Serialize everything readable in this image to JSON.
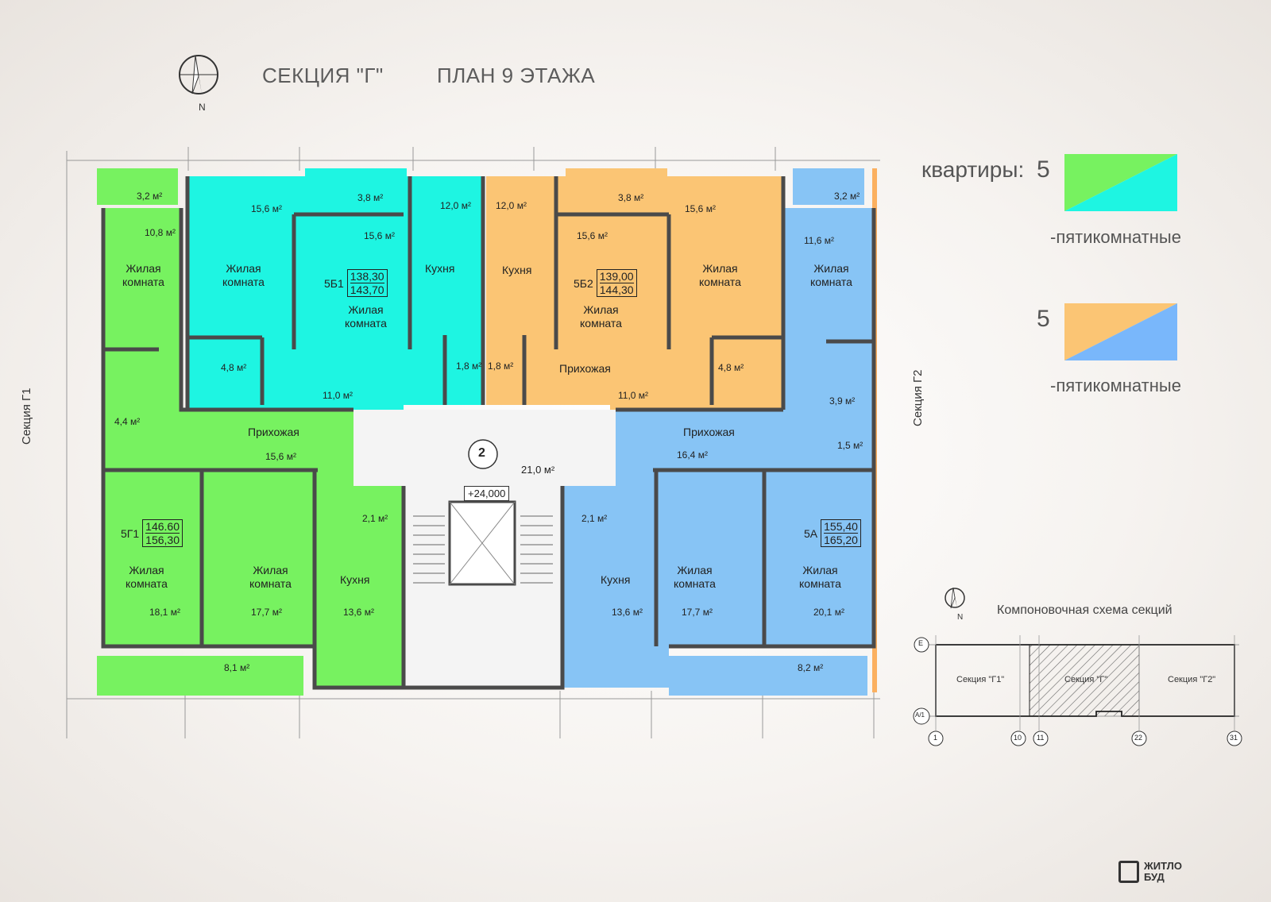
{
  "header": {
    "section_title": "СЕКЦИЯ \"Г\"",
    "floor_title": "ПЛАН 9 ЭТАЖА",
    "compass_label": "N"
  },
  "legend": {
    "title": "квартиры:",
    "items": [
      {
        "count": "5",
        "label": "-пятикомнатные",
        "color_a": "#77f260",
        "color_b": "#1ef5e2"
      },
      {
        "count": "5",
        "label": "-пятикомнатные",
        "color_a": "#fbc574",
        "color_b": "#79b7fb"
      }
    ]
  },
  "colors": {
    "green": "#77f260",
    "cyan": "#1ef5e2",
    "orange": "#fbc574",
    "blue": "#87c4f5",
    "wall": "#4a4a4a",
    "stair": "#f2f2f2"
  },
  "plan": {
    "side_left": "Секция Г1",
    "side_right": "Секция Г2",
    "stair_number": "2",
    "elevation": "+24,000",
    "hall_area": "21,0 м²",
    "apartments": [
      {
        "code": "5Б1",
        "area_1": "138,30",
        "area_2": "143,70"
      },
      {
        "code": "5Б2",
        "area_1": "139,00",
        "area_2": "144,30"
      },
      {
        "code": "5Г1",
        "area_1": "146.60",
        "area_2": "156,30"
      },
      {
        "code": "5А",
        "area_1": "155,40",
        "area_2": "165,20"
      }
    ],
    "room_labels": {
      "living": "Жилая комната",
      "living_l1": "Жилая",
      "living_l2": "комната",
      "kitchen": "Кухня",
      "hall": "Прихожая"
    },
    "areas": [
      "3,2 м²",
      "3,8 м²",
      "3,8 м²",
      "3,2 м²",
      "10,8 м²",
      "15,6 м²",
      "15,6 м²",
      "12,0 м²",
      "12,0 м²",
      "15,6 м²",
      "15,6 м²",
      "11,6 м²",
      "4,8 м²",
      "1,8 м²",
      "1,8 м²",
      "4,8 м²",
      "11,0 м²",
      "11,0 м²",
      "4,4 м²",
      "3,9 м²",
      "15,6 м²",
      "16,4 м²",
      "1,5 м²",
      "2,1 м²",
      "2,1 м²",
      "18,1 м²",
      "17,7 м²",
      "13,6 м²",
      "13,6 м²",
      "17,7 м²",
      "20,1 м²",
      "8,1 м²",
      "8,2 м²"
    ]
  },
  "scheme": {
    "title": "Компоновочная схема секций",
    "sections": [
      "Секция \"Г1\"",
      "Секция \"Г\"",
      "Секция \"Г2\""
    ],
    "axes_top": "Е",
    "axes_bottom": "А/1",
    "columns": [
      "1",
      "10",
      "11",
      "22",
      "31"
    ],
    "compass_label": "N"
  },
  "brand": {
    "line1": "ЖИТЛО",
    "line2": "БУД"
  }
}
